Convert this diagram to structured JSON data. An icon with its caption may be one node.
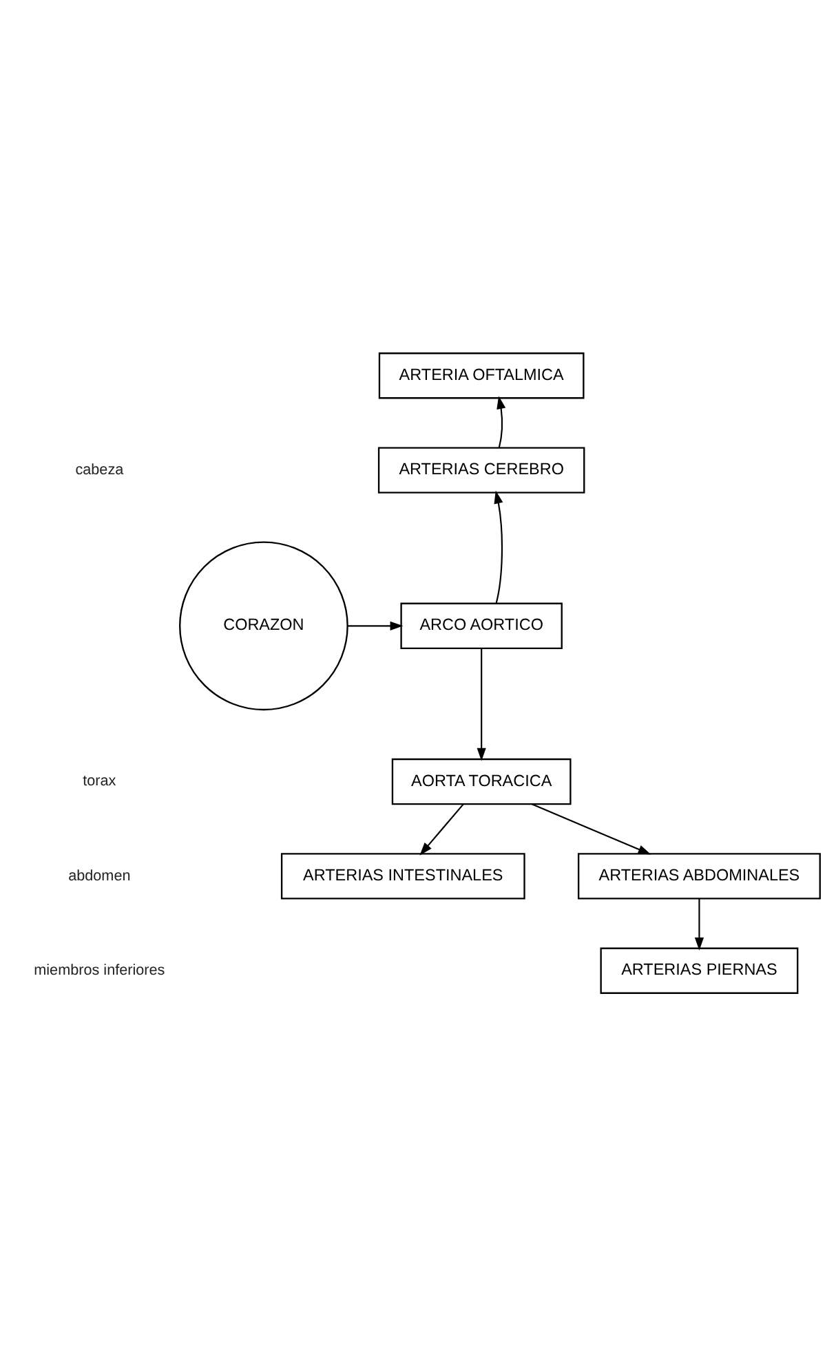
{
  "diagram": {
    "nodes": [
      {
        "text": [
          "ARTERIA OFTALMICA"
        ]
      },
      {
        "text": [
          "ARTERIAS CEREBRO"
        ]
      },
      {
        "text": [
          "CORAZON"
        ]
      },
      {
        "text": [
          "ARCO AORTICO"
        ]
      },
      {
        "text": [
          "AORTA TORACICA"
        ]
      },
      {
        "text": [
          "ARTERIAS INTESTINALES"
        ]
      },
      {
        "text": [
          "ARTERIAS ABDOMINALES"
        ]
      },
      {
        "text": [
          "ARTERIAS PIERNAS"
        ]
      }
    ],
    "edges": [
      {
        "from": 1,
        "to": 0,
        "arrow": "to"
      },
      {
        "from": 3,
        "to": 1,
        "arrow": "to"
      },
      {
        "from": 2,
        "to": 3,
        "arrow": "to"
      },
      {
        "from": 3,
        "to": 4,
        "arrow": "to"
      },
      {
        "from": 4,
        "to": 5,
        "arrow": "to"
      },
      {
        "from": 4,
        "to": 6,
        "arrow": "to"
      },
      {
        "from": 6,
        "to": 7,
        "arrow": "to"
      }
    ],
    "labels": [
      "cabeza",
      "torax",
      "abdomen",
      "miembros inferiores"
    ]
  }
}
